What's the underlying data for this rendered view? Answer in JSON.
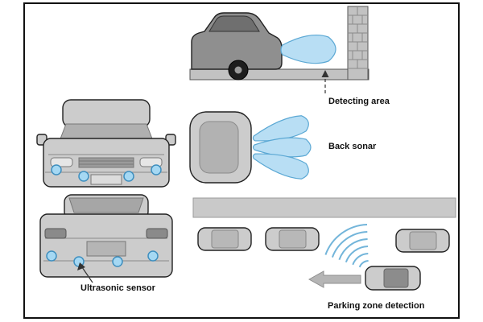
{
  "diagram": {
    "labels": {
      "detecting_area": "Detecting area",
      "back_sonar": "Back sonar",
      "ultrasonic_sensor": "Ultrasonic sensor",
      "parking_zone": "Parking zone detection"
    },
    "colors": {
      "beam_fill": "#b8def4",
      "beam_stroke": "#5ba8d4",
      "sensor_fill": "#a5d8f3",
      "sensor_stroke": "#3f8fbf",
      "car_body": "#cccccc",
      "car_dark": "#8f8f8f",
      "wall_gray": "#c2c2c2",
      "arrow_gray": "#b5b5b5",
      "outline": "#222222",
      "text": "#111111"
    }
  }
}
